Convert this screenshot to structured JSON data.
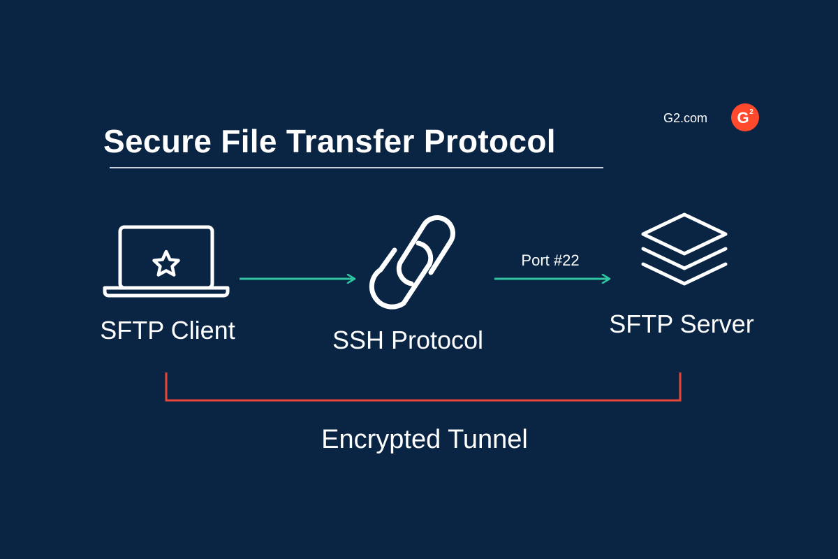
{
  "title": "Secure File Transfer Protocol",
  "brand": {
    "site": "G2.com",
    "logo_letter": "G",
    "logo_superscript": "2",
    "logo_color": "#ff492c"
  },
  "nodes": {
    "client": {
      "label": "SFTP Client",
      "icon": "laptop-star-icon"
    },
    "ssh": {
      "label": "SSH Protocol",
      "icon": "chain-link-icon"
    },
    "server": {
      "label": "SFTP Server",
      "icon": "stacked-layers-icon"
    }
  },
  "connections": {
    "port_label": "Port #22",
    "arrow_color": "#2ec4a0"
  },
  "tunnel": {
    "label": "Encrypted Tunnel",
    "bracket_color": "#e8473a"
  },
  "colors": {
    "background": "#0a2544",
    "foreground": "#ffffff"
  }
}
